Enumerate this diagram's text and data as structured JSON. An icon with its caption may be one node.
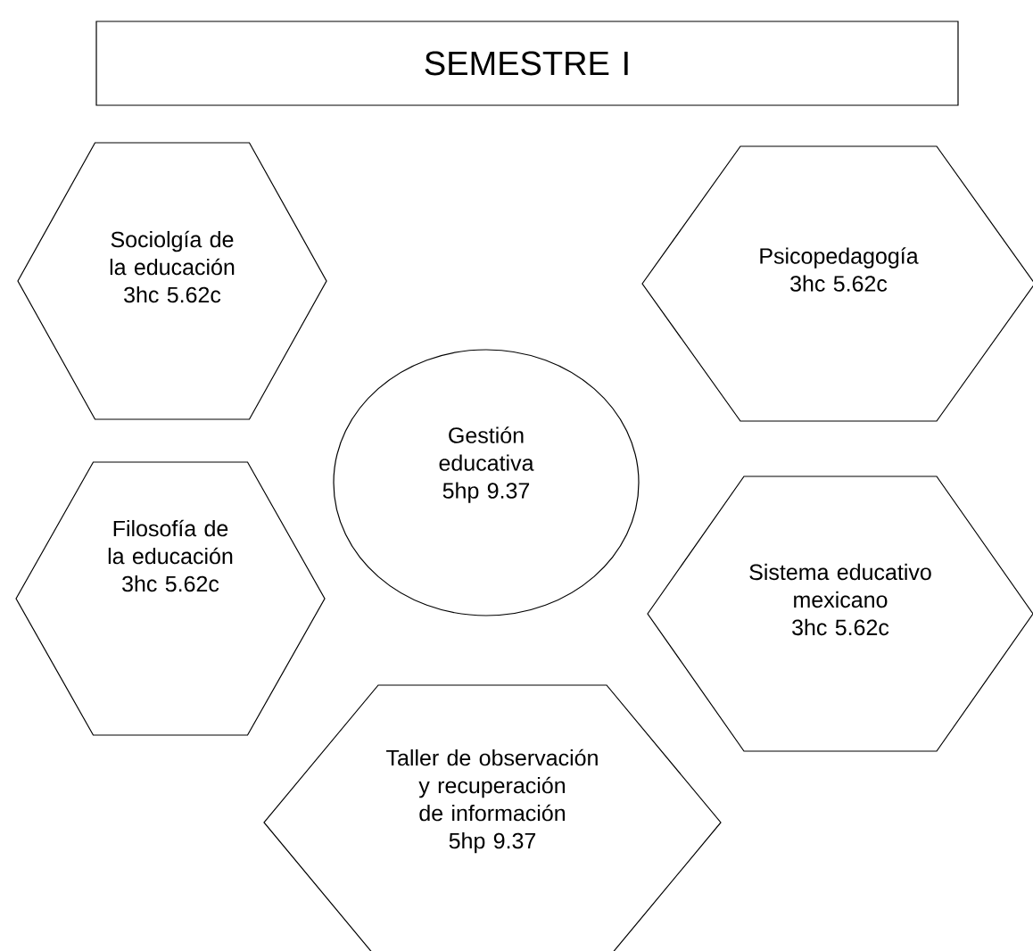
{
  "diagram": {
    "nodes": [
      {
        "text": [
          "SEMESTRE I"
        ]
      },
      {
        "text": [
          "Sociolgía de la educación",
          "3hc 5.62c"
        ]
      },
      {
        "text": [
          "Psicopedagogía",
          "3hc 5.62c"
        ]
      },
      {
        "text": [
          "Gestión educativa",
          "5hp 9.37"
        ]
      },
      {
        "text": [
          "Filosofía de la educación",
          "3hc 5.62c"
        ]
      },
      {
        "text": [
          "Sistema educativo mexicano",
          "3hc 5.62c"
        ]
      },
      {
        "text": [
          "Taller de observación y recuperación de información",
          "5hp 9.37"
        ]
      }
    ]
  }
}
